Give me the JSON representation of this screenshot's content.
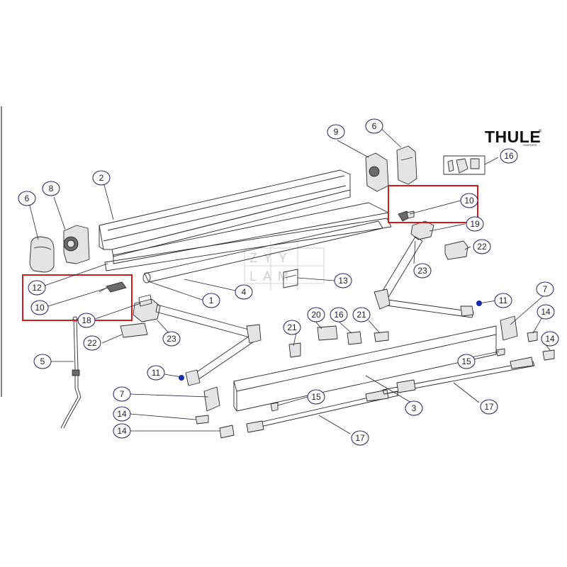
{
  "brand": {
    "name": "THULE",
    "tagline": "SWEDEN",
    "mark": "®"
  },
  "watermark": {
    "line1": "ZYY",
    "line2": "LAM"
  },
  "callouts": [
    {
      "id": "c1",
      "label": "1"
    },
    {
      "id": "c2",
      "label": "2"
    },
    {
      "id": "c3",
      "label": "3"
    },
    {
      "id": "c4",
      "label": "4"
    },
    {
      "id": "c5",
      "label": "5"
    },
    {
      "id": "c6a",
      "label": "6"
    },
    {
      "id": "c6b",
      "label": "6"
    },
    {
      "id": "c7a",
      "label": "7"
    },
    {
      "id": "c7b",
      "label": "7"
    },
    {
      "id": "c8",
      "label": "8"
    },
    {
      "id": "c9",
      "label": "9"
    },
    {
      "id": "c10a",
      "label": "10"
    },
    {
      "id": "c10b",
      "label": "10"
    },
    {
      "id": "c11a",
      "label": "11"
    },
    {
      "id": "c11b",
      "label": "11"
    },
    {
      "id": "c12",
      "label": "12"
    },
    {
      "id": "c13",
      "label": "13"
    },
    {
      "id": "c14a",
      "label": "14"
    },
    {
      "id": "c14b",
      "label": "14"
    },
    {
      "id": "c14c",
      "label": "14"
    },
    {
      "id": "c14d",
      "label": "14"
    },
    {
      "id": "c15a",
      "label": "15"
    },
    {
      "id": "c15b",
      "label": "15"
    },
    {
      "id": "c16a",
      "label": "16"
    },
    {
      "id": "c16b",
      "label": "16"
    },
    {
      "id": "c17a",
      "label": "17"
    },
    {
      "id": "c17b",
      "label": "17"
    },
    {
      "id": "c18",
      "label": "18"
    },
    {
      "id": "c19",
      "label": "19"
    },
    {
      "id": "c20",
      "label": "20"
    },
    {
      "id": "c21a",
      "label": "21"
    },
    {
      "id": "c21b",
      "label": "21"
    },
    {
      "id": "c22a",
      "label": "22"
    },
    {
      "id": "c22b",
      "label": "22"
    },
    {
      "id": "c23a",
      "label": "23"
    },
    {
      "id": "c23b",
      "label": "23"
    }
  ],
  "colors": {
    "highlight": "#d01c1c",
    "callout_border": "#22226a",
    "dot": "#1a2aa8"
  }
}
